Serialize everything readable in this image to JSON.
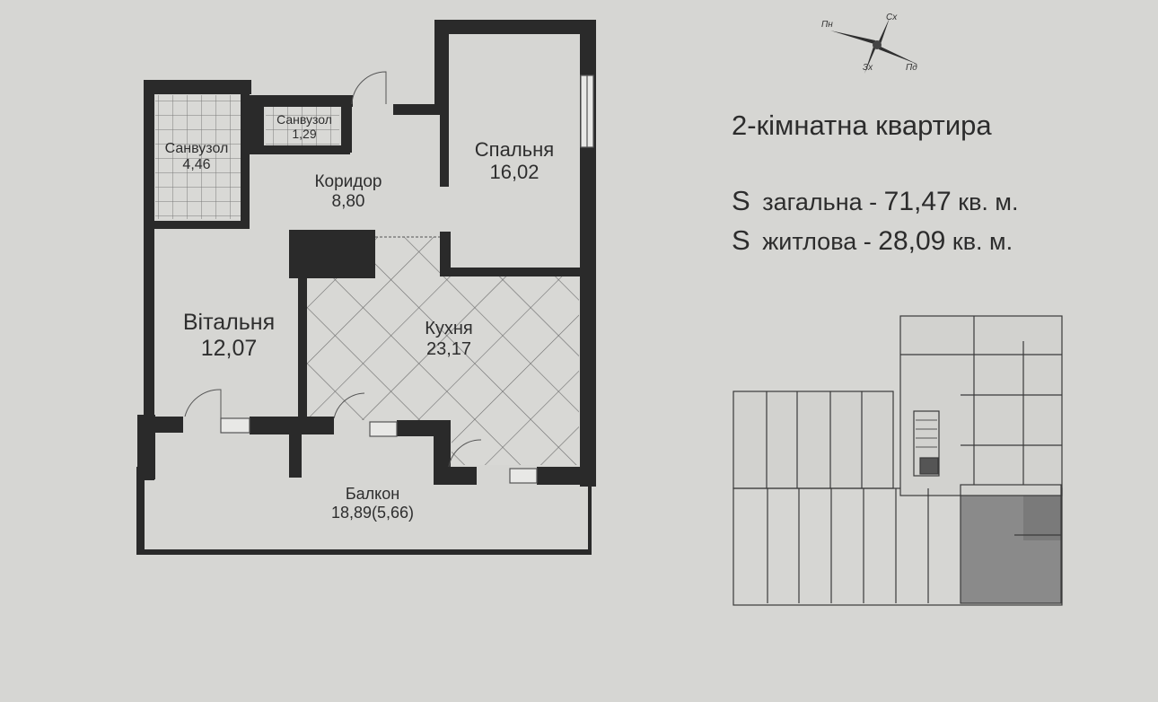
{
  "title": "2-кімнатна квартира",
  "areas": {
    "total": {
      "prefix": "S",
      "label": "загальна",
      "dash": "-",
      "value": "71,47",
      "unit": "кв. м."
    },
    "living": {
      "prefix": "S",
      "label": "житлова",
      "dash": "-",
      "value": "28,09",
      "unit": "кв. м."
    }
  },
  "compass": {
    "north": "Пн",
    "east": "Сх",
    "south": "Пд",
    "west": "Зх"
  },
  "rooms": {
    "bathroom_large": {
      "name": "Санвузол",
      "area": "4,46"
    },
    "bathroom_small": {
      "name": "Санвузол",
      "area": "1,29"
    },
    "corridor": {
      "name": "Коридор",
      "area": "8,80"
    },
    "bedroom": {
      "name": "Спальня",
      "area": "16,02"
    },
    "living_room": {
      "name": "Вітальня",
      "area": "12,07"
    },
    "kitchen": {
      "name": "Кухня",
      "area": "23,17"
    },
    "balcony": {
      "name": "Балкон",
      "area": "18,89(5,66)"
    }
  },
  "colors": {
    "wall": "#2a2a2a",
    "paper": "#d6d6d3",
    "highlight": "#8a8a8a"
  }
}
